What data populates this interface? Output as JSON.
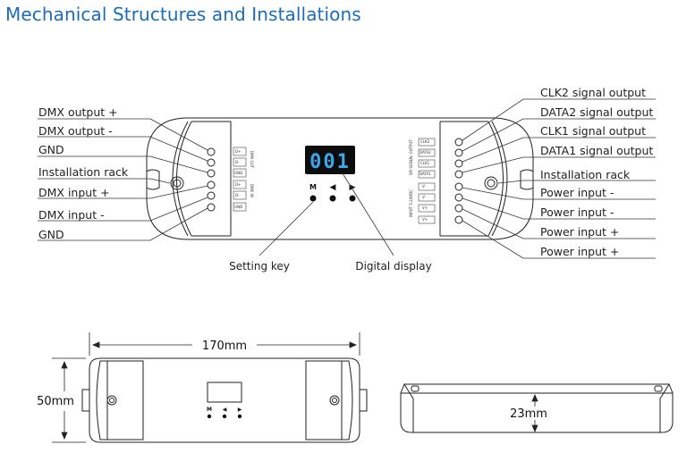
{
  "title": "Mechanical Structures and Installations",
  "left_labels": [
    "DMX output +",
    "DMX output -",
    "GND",
    "Installation rack",
    "DMX input +",
    "DMX input -",
    "GND"
  ],
  "right_labels": [
    "CLK2 signal output",
    "DATA2 signal output",
    "CLK1 signal output",
    "DATA1 signal output",
    "Installation rack",
    "Power input -",
    "Power input -",
    "Power input +",
    "Power input +"
  ],
  "bottom_labels": {
    "setting_key": "Setting key",
    "digital_display": "Digital display"
  },
  "display": {
    "value": "001",
    "color": "#3fa6e8",
    "buttons": [
      "M",
      "◀",
      "▶"
    ]
  },
  "terminal_tags": {
    "dmx_out": [
      "D+",
      "D-",
      "GND"
    ],
    "dmx_in": [
      "D+",
      "D-",
      "GND"
    ],
    "dmx_out_side": "DMX OUT",
    "dmx_in_side": "DMX IN",
    "spi_out": [
      "CLK2",
      "DATA2",
      "CLK1",
      "DATA1"
    ],
    "spi_side": "SPI SIGNAL OUTPUT",
    "power_in": [
      "V-",
      "V-",
      "V+",
      "V+"
    ],
    "power_side": "INPUT 5-24VDC"
  },
  "dimensions": {
    "length": "170mm",
    "width": "50mm",
    "height": "23mm"
  }
}
